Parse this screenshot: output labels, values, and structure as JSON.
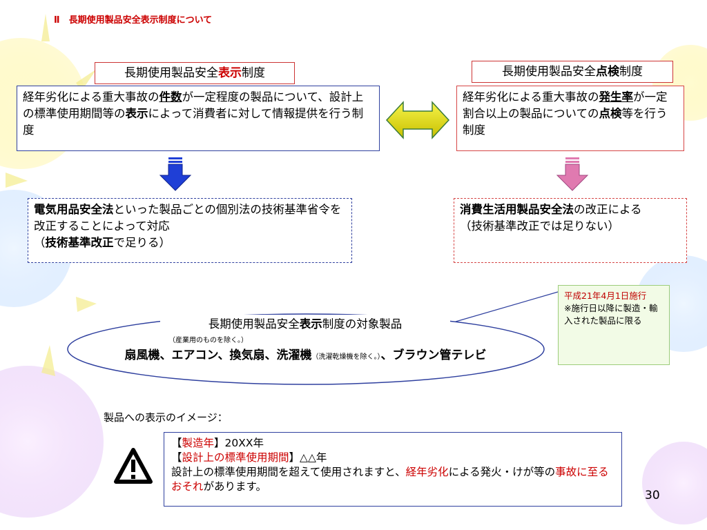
{
  "slide_title": "Ⅱ　長期使用製品安全表示制度について",
  "left": {
    "tag_pre": "長期使用製品安全",
    "tag_bold": "表示",
    "tag_post": "制度",
    "desc": {
      "p1": "経年劣化による重大事故の",
      "p2": "件数",
      "p3": "が一定程度の製品について、設計上の標準使用期間等の",
      "p4": "表示",
      "p5": "によって消費者に対して情報提供を行う制度"
    },
    "result": {
      "p1": "電気用品安全法",
      "p2": "といった製品ごとの個別法の技術基準省令を改正することによって対応",
      "p3": "（",
      "p4": "技術基準改正",
      "p5": "で足りる）"
    }
  },
  "right": {
    "tag_pre": "長期使用製品安全",
    "tag_bold": "点検",
    "tag_post": "制度",
    "desc": {
      "p1": "経年劣化による重大事故の",
      "p2": "発生率",
      "p3": "が一定割合以上の製品についての",
      "p4": "点検",
      "p5": "等を行う制度"
    },
    "result": {
      "p1": "消費生活用製品安全法",
      "p2": "の改正による",
      "p3": "（技術基準改正では足りない）"
    }
  },
  "scope": {
    "title_pre": "長期使用製品安全",
    "title_bold": "表示",
    "title_post": "制度の対象製品",
    "sub": "（産業用のものを除く。）",
    "products_1": "扇風機、エアコン、換気扇、洗濯機",
    "products_note": "（洗濯乾燥機を除く。）",
    "products_2": "、ブラウン管テレビ"
  },
  "note": {
    "line1": "平成21年4月1日施行",
    "line2": "※施行日以降に製造・輸入された製品に限る"
  },
  "image_label": "製品への表示のイメージ：",
  "sample": {
    "l1_label": "製造年",
    "l1_value": "20XX年",
    "l2_label": "設計上の標準使用期間",
    "l2_value": "△△年",
    "l3_p1": "設計上の標準使用期間を超えて使用されますと、",
    "l3_p2": "経年劣化",
    "l3_p3": "による発火・けが等の",
    "l3_p4": "事故に至るおそれ",
    "l3_p5": "があります。",
    "bracket_open": "【",
    "bracket_close": "】"
  },
  "page_number": "30",
  "colors": {
    "title_red": "#cc0000",
    "box_blue": "#2e3f9e",
    "box_red": "#d64545",
    "arrow_blue": "#1f3fd6",
    "arrow_pink": "#e07ab0",
    "double_arrow": "#e6e020",
    "note_bg": "#f2fbe6"
  },
  "icons": {
    "warning": "warning-triangle-icon",
    "double_arrow": "double-arrow-icon",
    "down_arrow_left": "down-arrow-icon",
    "down_arrow_right": "down-arrow-icon"
  }
}
